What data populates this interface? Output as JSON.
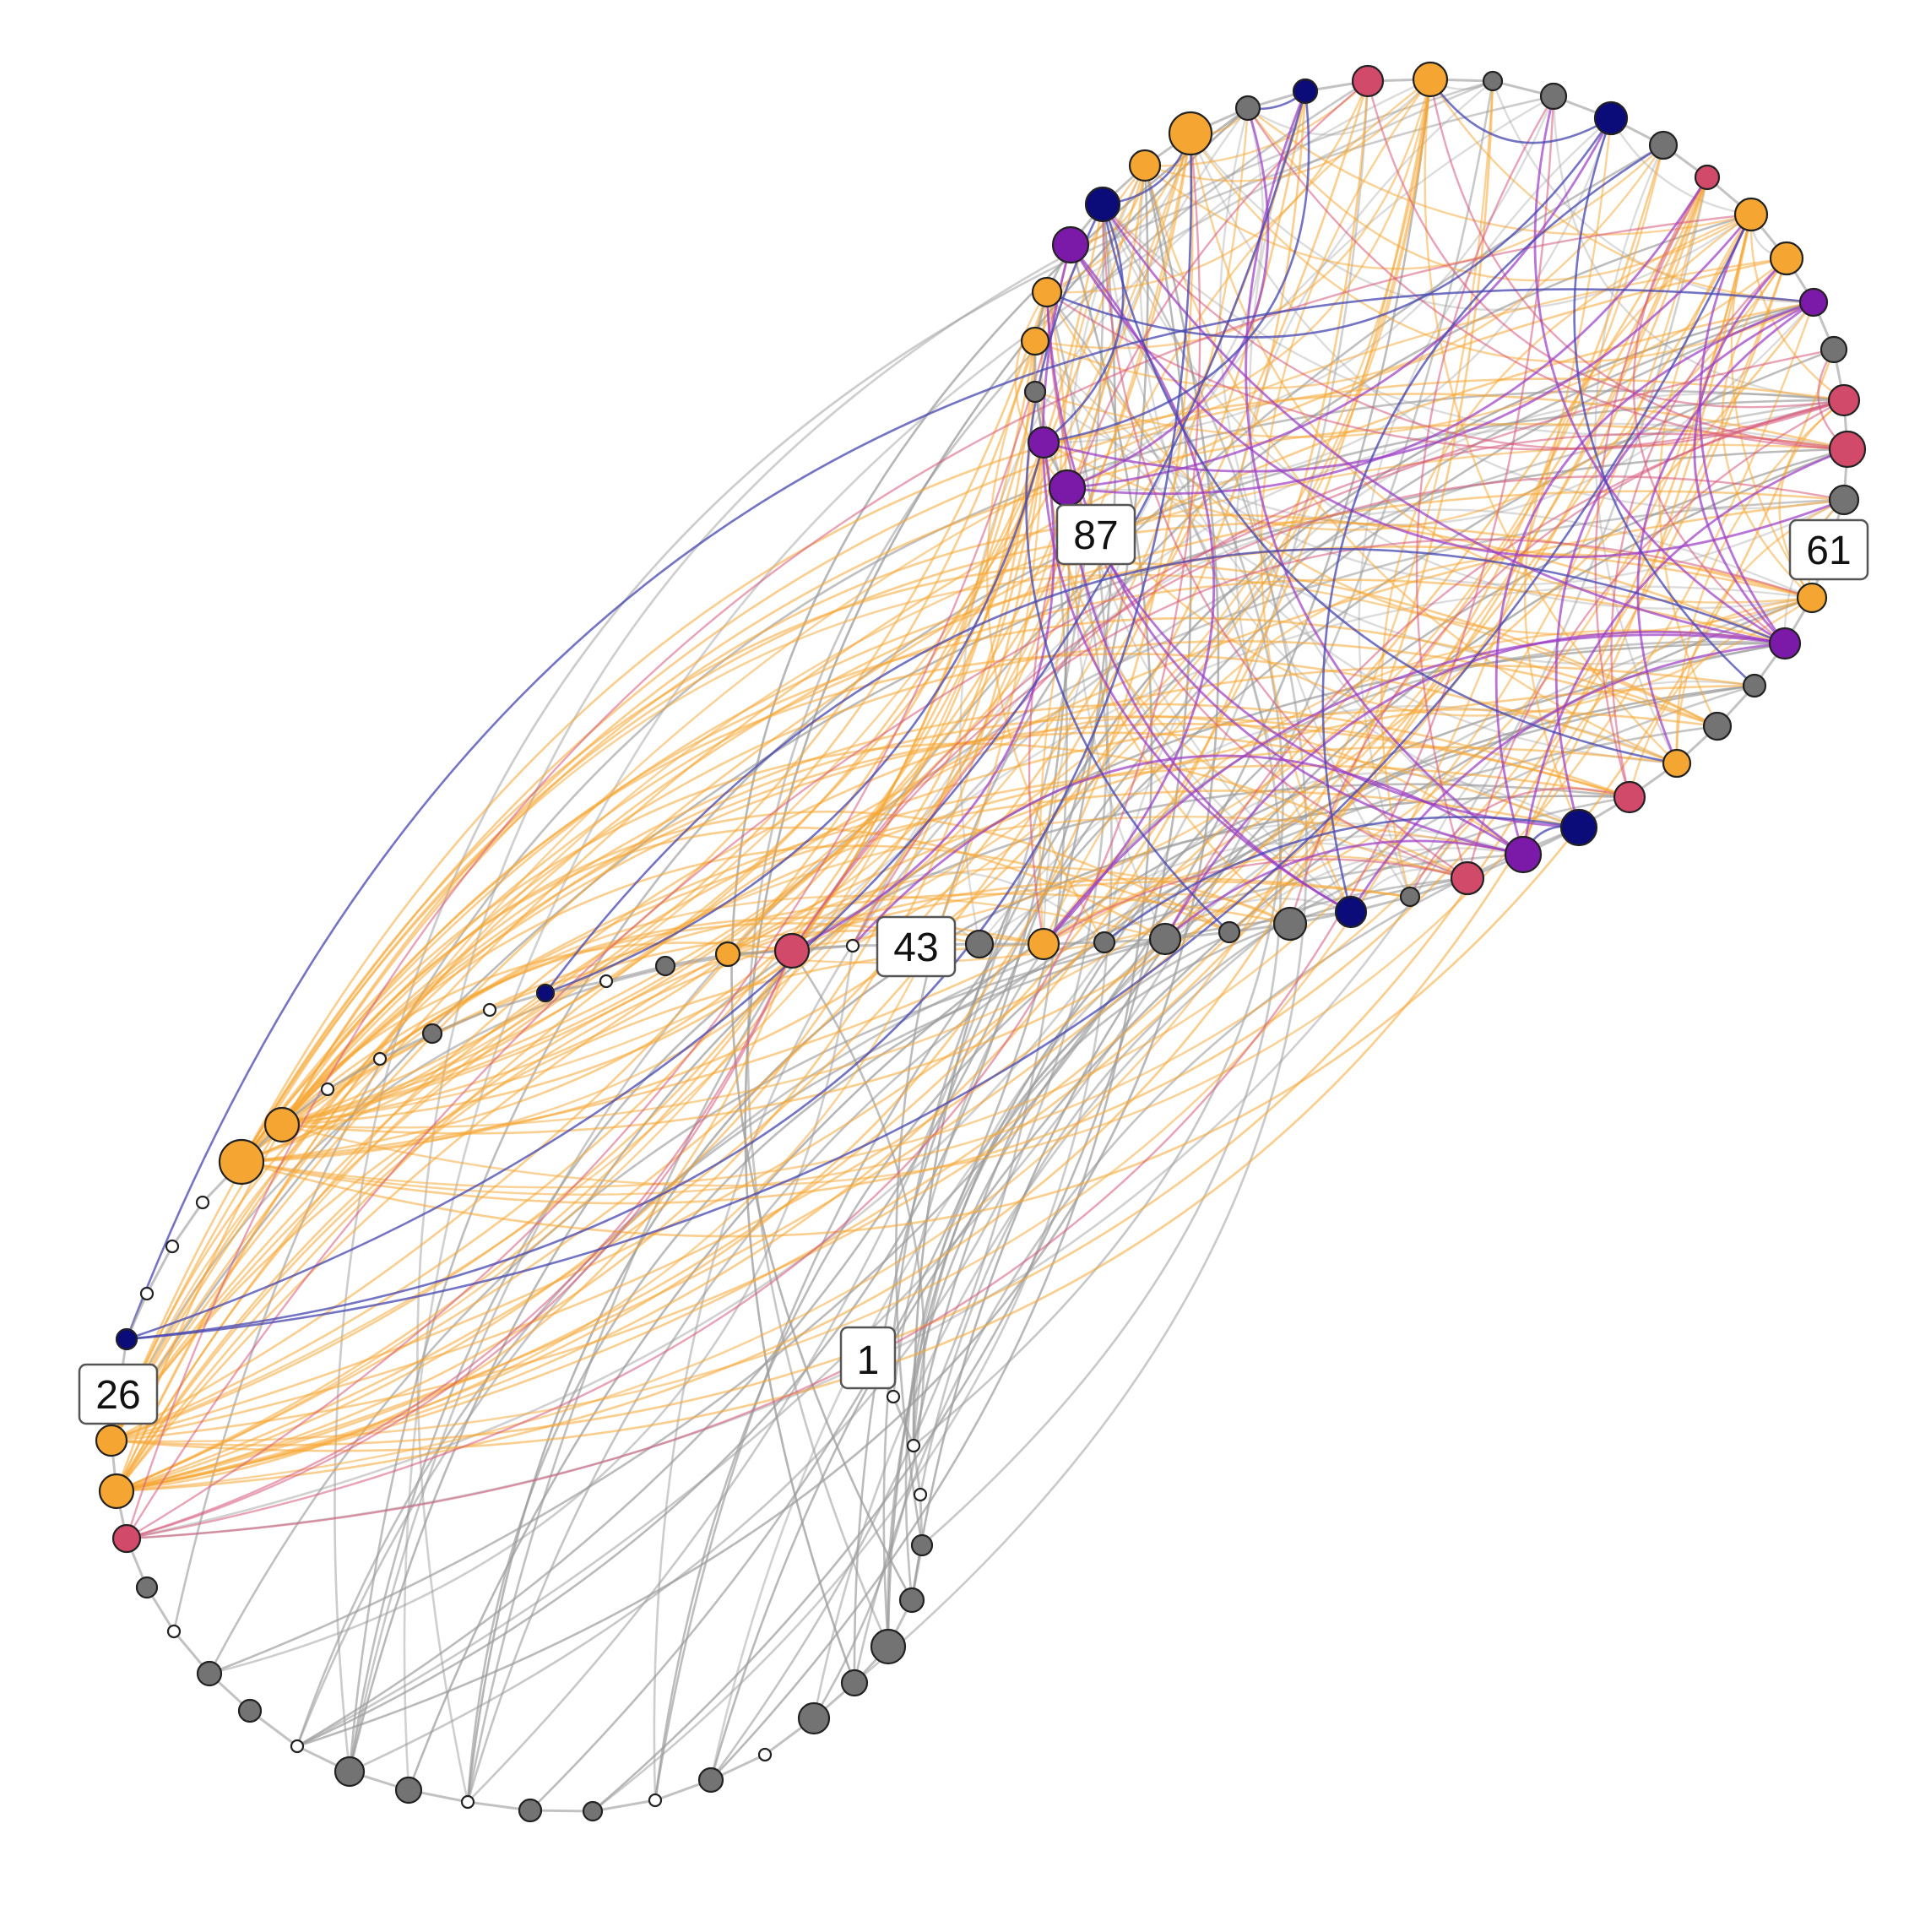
{
  "diagram": {
    "type": "spiral-arc-network",
    "colors": {
      "orange": "#F5A531",
      "navy": "#0B0B7A",
      "crimson": "#D14A6A",
      "purple": "#7B1AA8",
      "gray": "#737373",
      "white": "#ffffff",
      "edge_gray": "#9a9a9a",
      "edge_orange": "#F5A531",
      "edge_navy": "#4646b0",
      "edge_pink": "#d6587a",
      "edge_purple": "#9a3ac4"
    },
    "labels": [
      {
        "id": "label-1",
        "text": "1"
      },
      {
        "id": "label-26",
        "text": "26"
      },
      {
        "id": "label-43",
        "text": "43"
      },
      {
        "id": "label-61",
        "text": "61"
      },
      {
        "id": "label-87",
        "text": "87"
      }
    ]
  }
}
